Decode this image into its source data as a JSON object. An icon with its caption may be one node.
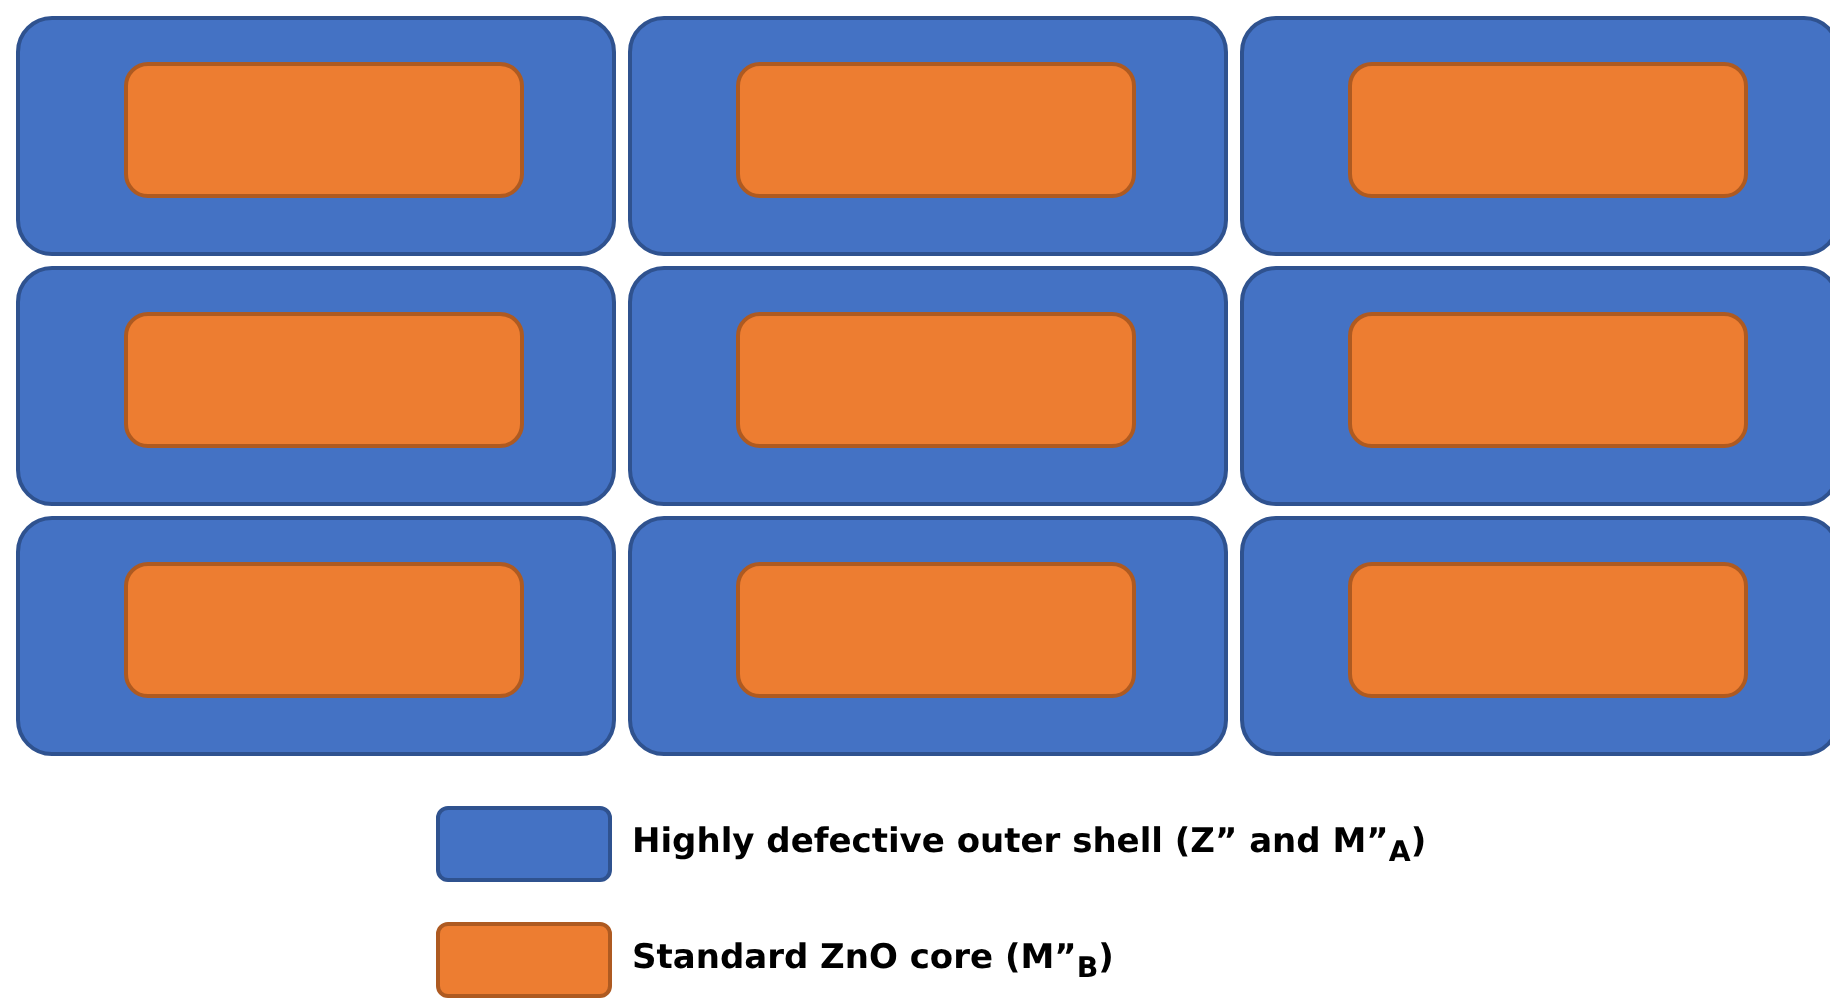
{
  "diagram": {
    "nodes": [
      {
        "text": [],
        "shape": "box"
      },
      {
        "text": [],
        "shape": "box",
        "in": 0
      },
      {
        "text": [],
        "shape": "box"
      },
      {
        "text": [],
        "shape": "box",
        "in": 2
      },
      {
        "text": [],
        "shape": "box"
      },
      {
        "text": [],
        "shape": "box",
        "in": 4
      },
      {
        "text": [],
        "shape": "box"
      },
      {
        "text": [],
        "shape": "box",
        "in": 6
      },
      {
        "text": [],
        "shape": "box"
      },
      {
        "text": [],
        "shape": "box",
        "in": 8
      },
      {
        "text": [],
        "shape": "box"
      },
      {
        "text": [],
        "shape": "box",
        "in": 10
      },
      {
        "text": [],
        "shape": "box"
      },
      {
        "text": [],
        "shape": "box",
        "in": 12
      },
      {
        "text": [],
        "shape": "box"
      },
      {
        "text": [],
        "shape": "box",
        "in": 14
      },
      {
        "text": [],
        "shape": "box"
      },
      {
        "text": [],
        "shape": "box",
        "in": 16
      }
    ],
    "legend": [
      {
        "text": "Highly defective outer shell (Z” and M”$_{A}$)",
        "color": "#4472c4"
      },
      {
        "text": "Standard ZnO core (M”$_{B}$)",
        "color": "#ed7d31"
      }
    ]
  }
}
